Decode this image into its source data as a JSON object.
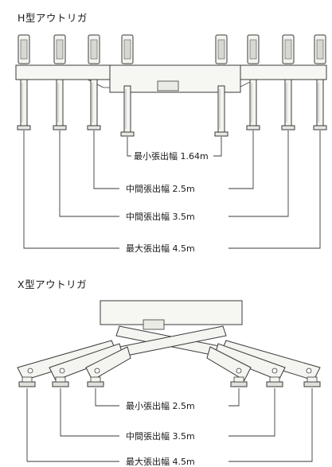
{
  "h_section": {
    "title": "H型アウトリガ",
    "dimensions": [
      {
        "label": "最小張出幅 1.64m"
      },
      {
        "label": "中間張出幅 2.5m"
      },
      {
        "label": "中間張出幅 3.5m"
      },
      {
        "label": "最大張出幅 4.5m"
      }
    ]
  },
  "x_section": {
    "title": "X型アウトリガ",
    "dimensions": [
      {
        "label": "最小張出幅 2.5m"
      },
      {
        "label": "中間張出幅 3.5m"
      },
      {
        "label": "最大張出幅 4.5m"
      }
    ]
  },
  "colors": {
    "line": "#3a3a3a",
    "fill_light": "#f2f2ee",
    "fill_mid": "#dcdcd6"
  }
}
